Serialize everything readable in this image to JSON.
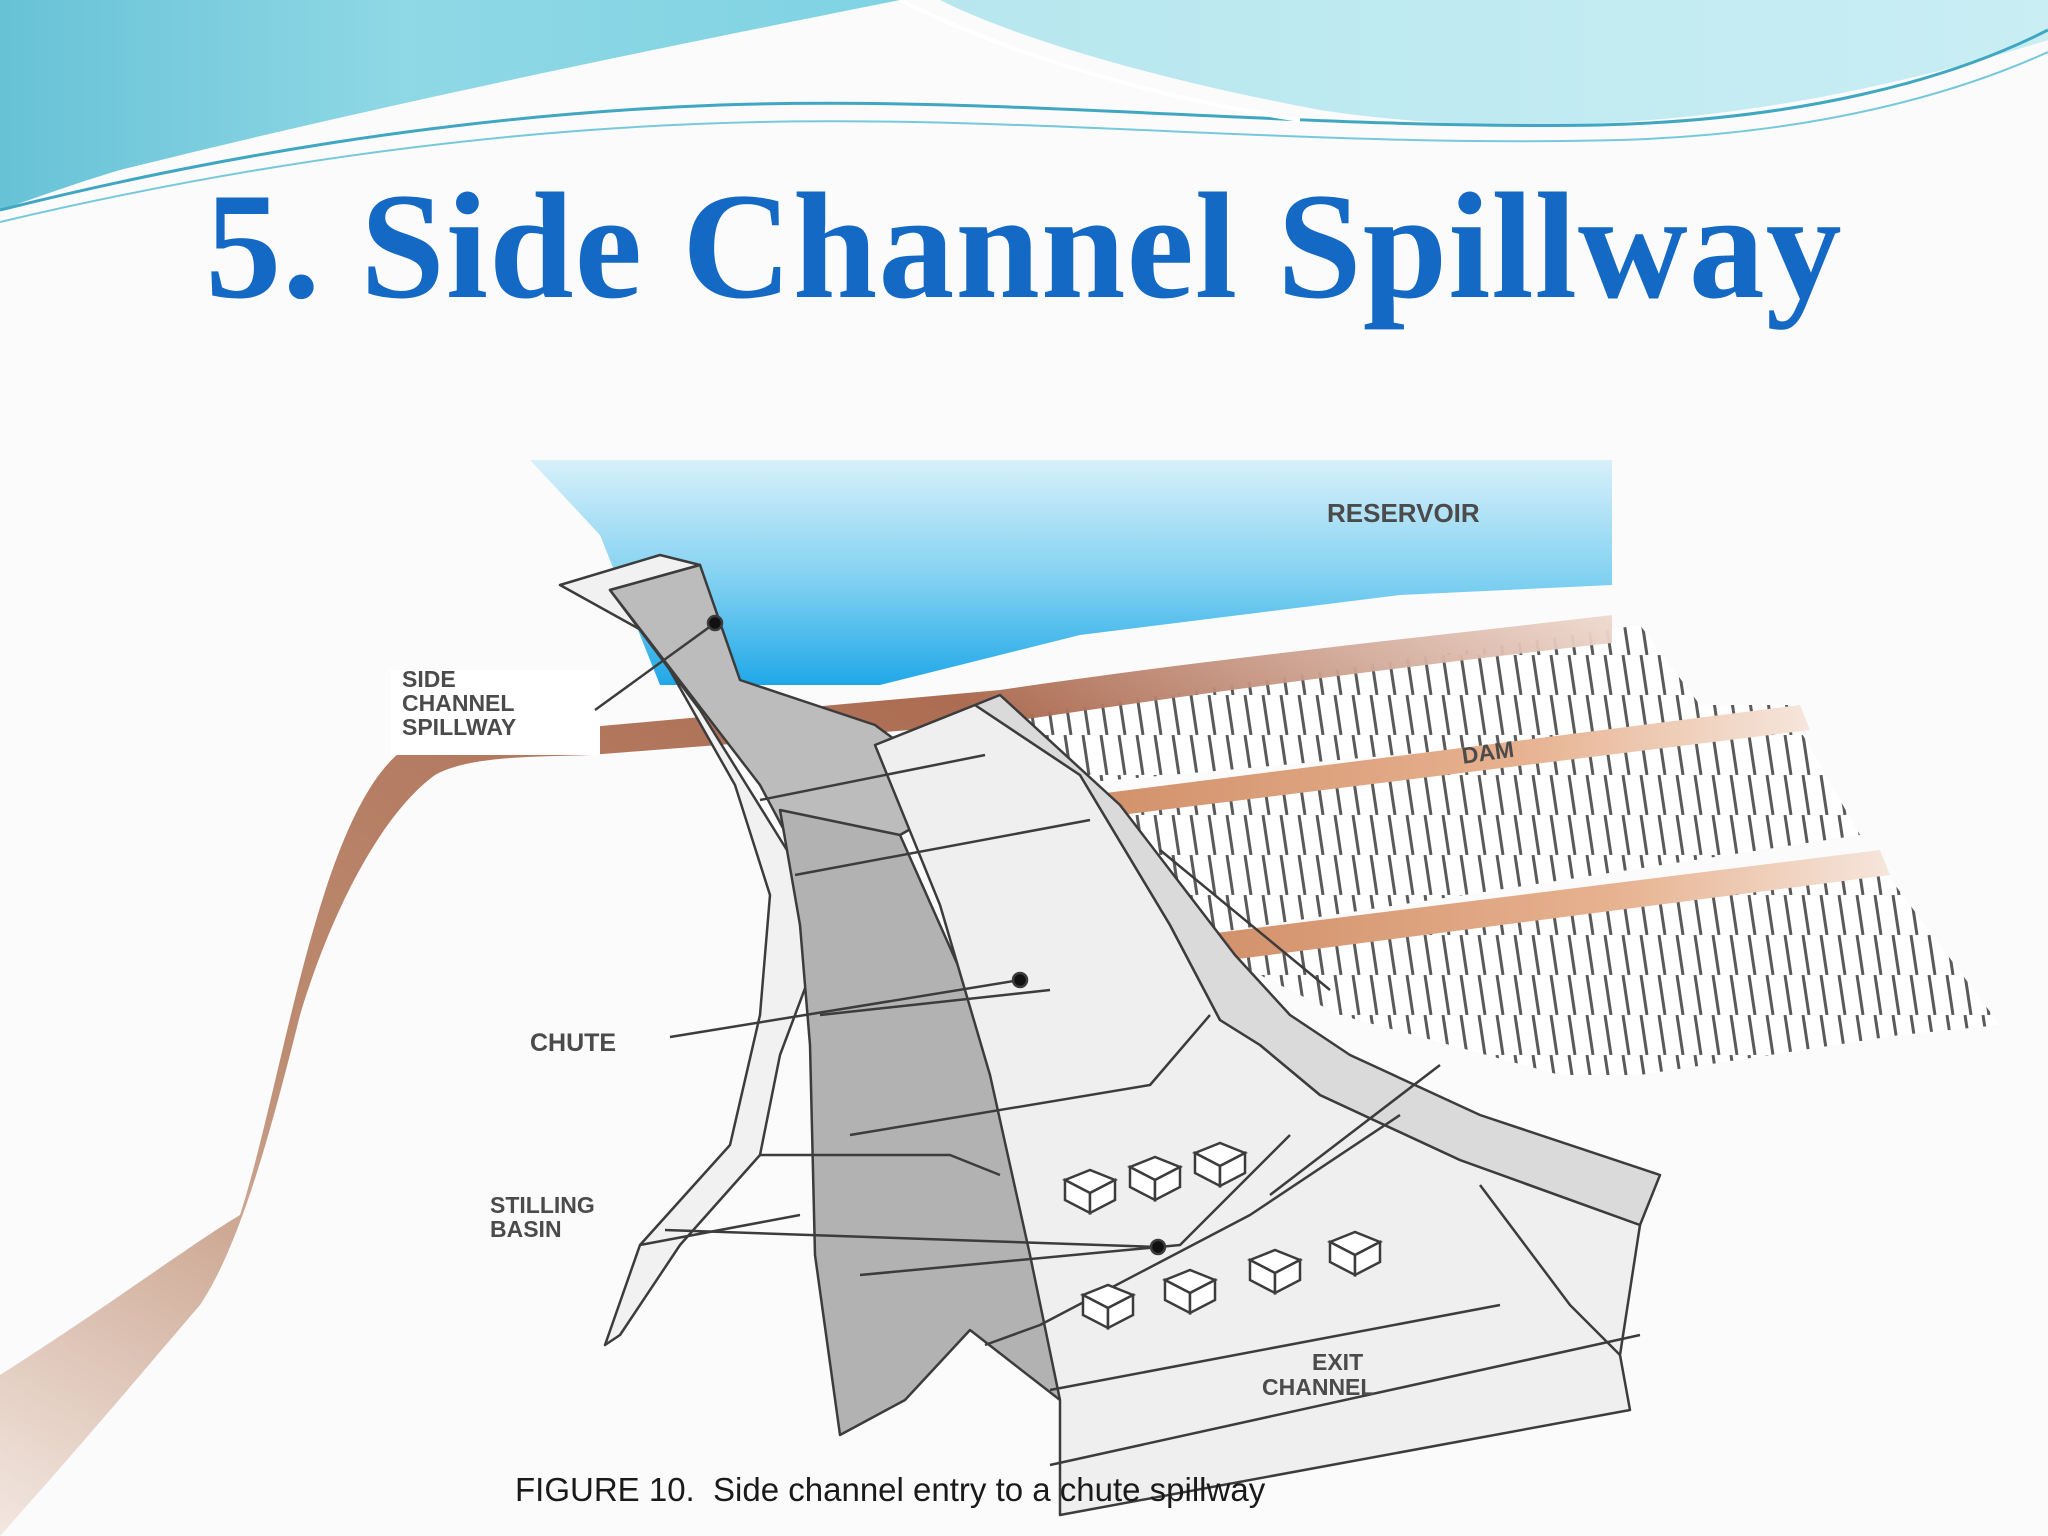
{
  "slide": {
    "title": "5. Side Channel Spillway"
  },
  "figure": {
    "labels": {
      "reservoir": "RESERVOIR",
      "side_channel": [
        "SIDE",
        "CHANNEL",
        "SPILLWAY"
      ],
      "dam": "DAM",
      "chute": "CHUTE",
      "stilling_basin": [
        "STILLING",
        "BASIN"
      ],
      "exit_channel": [
        "EXIT",
        "CHANNEL"
      ]
    },
    "caption": "FIGURE 10.  Side channel entry to a chute spillway"
  },
  "colors": {
    "title": "#1469c4",
    "water": "#3bb5e8",
    "earth_band": "#b87a5a",
    "concrete_light": "#e6e6e6",
    "concrete_dark": "#b0b0b0",
    "hatch": "#5a5a5a"
  }
}
